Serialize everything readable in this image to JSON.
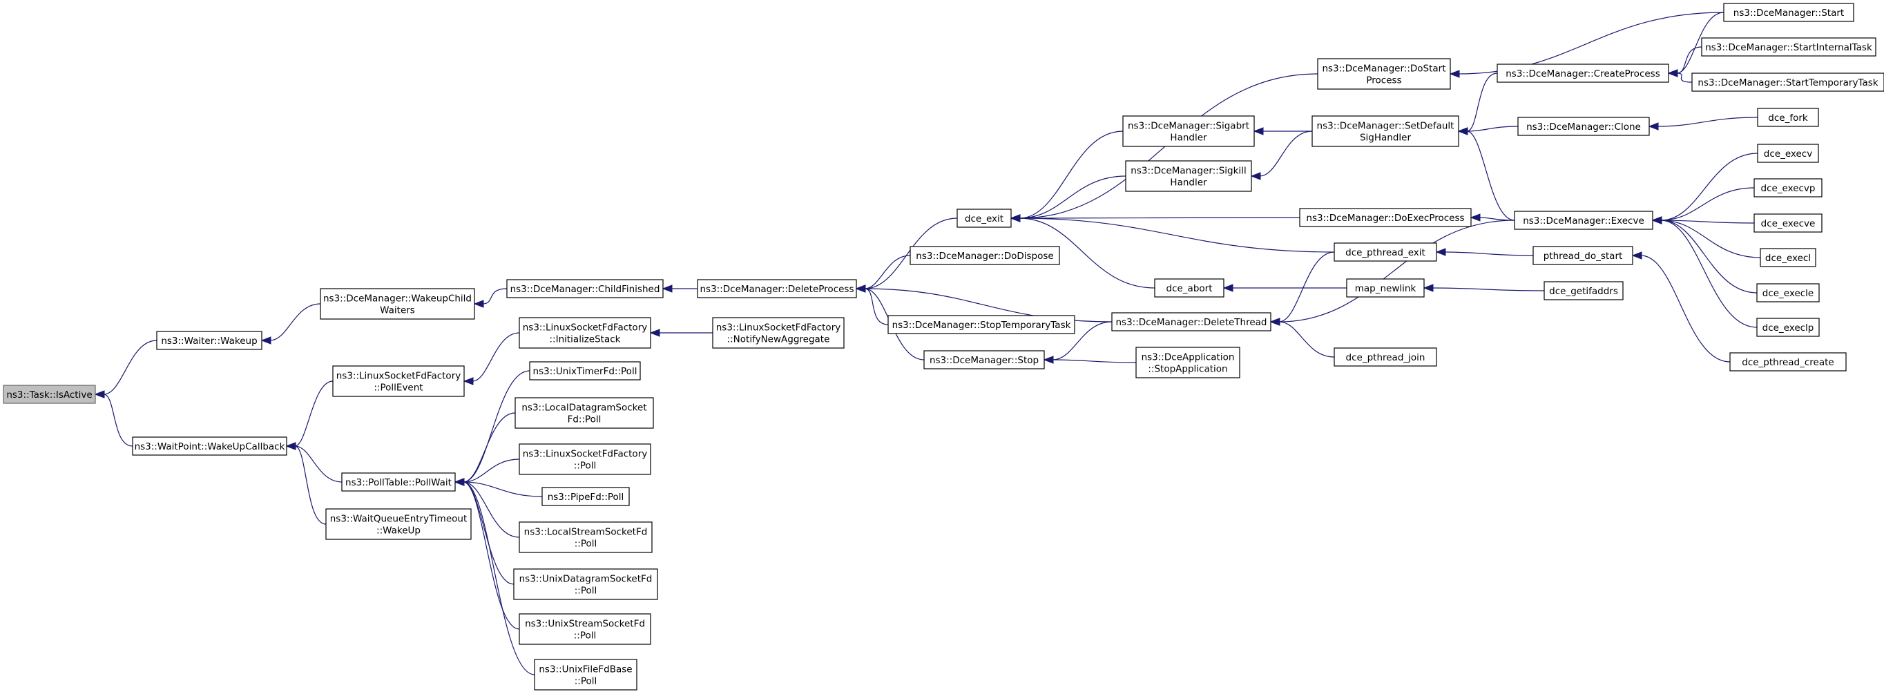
{
  "graph": {
    "root": "task_isactive",
    "colors": {
      "edge": "#191970",
      "root_fill": "#bfbfbf",
      "node_fill": "#ffffff",
      "border": "#000000"
    },
    "nodes": [
      {
        "id": "task_isactive",
        "lines": [
          "ns3::Task::IsActive"
        ]
      },
      {
        "id": "waiter_wakeup",
        "lines": [
          "ns3::Waiter::Wakeup"
        ]
      },
      {
        "id": "waitpoint_wakeupcallback",
        "lines": [
          "ns3::WaitPoint::WakeUpCallback"
        ]
      },
      {
        "id": "dcemanager_wakeupchildwaiters",
        "lines": [
          "ns3::DceManager::WakeupChild",
          "Waiters"
        ]
      },
      {
        "id": "dcemanager_childfinished",
        "lines": [
          "ns3::DceManager::ChildFinished"
        ]
      },
      {
        "id": "dcemanager_deleteprocess",
        "lines": [
          "ns3::DceManager::DeleteProcess"
        ]
      },
      {
        "id": "dce_exit",
        "lines": [
          "dce_exit"
        ]
      },
      {
        "id": "dcemanager_dodispose",
        "lines": [
          "ns3::DceManager::DoDispose"
        ]
      },
      {
        "id": "dcemanager_stoptemporarytask",
        "lines": [
          "ns3::DceManager::StopTemporaryTask"
        ]
      },
      {
        "id": "dcemanager_stop",
        "lines": [
          "ns3::DceManager::Stop"
        ]
      },
      {
        "id": "dcemanager_deletethread",
        "lines": [
          "ns3::DceManager::DeleteThread"
        ]
      },
      {
        "id": "dcemanager_sigabrthandler",
        "lines": [
          "ns3::DceManager::Sigabrt",
          "Handler"
        ]
      },
      {
        "id": "dcemanager_sigkillhandler",
        "lines": [
          "ns3::DceManager::Sigkill",
          "Handler"
        ]
      },
      {
        "id": "dcemanager_dostartprocess",
        "lines": [
          "ns3::DceManager::DoStart",
          "Process"
        ]
      },
      {
        "id": "dcemanager_setdefaultsighandler",
        "lines": [
          "ns3::DceManager::SetDefault",
          "SigHandler"
        ]
      },
      {
        "id": "dcemanager_doexecprocess",
        "lines": [
          "ns3::DceManager::DoExecProcess"
        ]
      },
      {
        "id": "dce_pthread_exit",
        "lines": [
          "dce_pthread_exit"
        ]
      },
      {
        "id": "dce_abort",
        "lines": [
          "dce_abort"
        ]
      },
      {
        "id": "map_newlink",
        "lines": [
          "map_newlink"
        ]
      },
      {
        "id": "dceapplication_stopapplication",
        "lines": [
          "ns3::DceApplication",
          "::StopApplication"
        ]
      },
      {
        "id": "dce_pthread_join",
        "lines": [
          "dce_pthread_join"
        ]
      },
      {
        "id": "dcemanager_createprocess",
        "lines": [
          "ns3::DceManager::CreateProcess"
        ]
      },
      {
        "id": "dcemanager_clone",
        "lines": [
          "ns3::DceManager::Clone"
        ]
      },
      {
        "id": "dcemanager_execve",
        "lines": [
          "ns3::DceManager::Execve"
        ]
      },
      {
        "id": "pthread_do_start",
        "lines": [
          "pthread_do_start"
        ]
      },
      {
        "id": "dce_getifaddrs",
        "lines": [
          "dce_getifaddrs"
        ]
      },
      {
        "id": "dcemanager_start",
        "lines": [
          "ns3::DceManager::Start"
        ]
      },
      {
        "id": "dcemanager_startinternaltask",
        "lines": [
          "ns3::DceManager::StartInternalTask"
        ]
      },
      {
        "id": "dcemanager_starttemporarytask",
        "lines": [
          "ns3::DceManager::StartTemporaryTask"
        ]
      },
      {
        "id": "dce_fork",
        "lines": [
          "dce_fork"
        ]
      },
      {
        "id": "dce_execv",
        "lines": [
          "dce_execv"
        ]
      },
      {
        "id": "dce_execvp",
        "lines": [
          "dce_execvp"
        ]
      },
      {
        "id": "dce_execve",
        "lines": [
          "dce_execve"
        ]
      },
      {
        "id": "dce_execl",
        "lines": [
          "dce_execl"
        ]
      },
      {
        "id": "dce_execle",
        "lines": [
          "dce_execle"
        ]
      },
      {
        "id": "dce_execlp",
        "lines": [
          "dce_execlp"
        ]
      },
      {
        "id": "dce_pthread_create",
        "lines": [
          "dce_pthread_create"
        ]
      },
      {
        "id": "linuxsocketfdfactory_pollevent",
        "lines": [
          "ns3::LinuxSocketFdFactory",
          "::PollEvent"
        ]
      },
      {
        "id": "polltable_pollwait",
        "lines": [
          "ns3::PollTable::PollWait"
        ]
      },
      {
        "id": "waitqueueentrytimeout_wakeup",
        "lines": [
          "ns3::WaitQueueEntryTimeout",
          "::WakeUp"
        ]
      },
      {
        "id": "linuxsocketfdfactory_initializestack",
        "lines": [
          "ns3::LinuxSocketFdFactory",
          "::InitializeStack"
        ]
      },
      {
        "id": "linuxsocketfdfactory_notifynewaggregate",
        "lines": [
          "ns3::LinuxSocketFdFactory",
          "::NotifyNewAggregate"
        ]
      },
      {
        "id": "unixtimerfd_poll",
        "lines": [
          "ns3::UnixTimerFd::Poll"
        ]
      },
      {
        "id": "localdatagramsocketfd_poll",
        "lines": [
          "ns3::LocalDatagramSocket",
          "Fd::Poll"
        ]
      },
      {
        "id": "linuxsocketfdfactory_poll",
        "lines": [
          "ns3::LinuxSocketFdFactory",
          "::Poll"
        ]
      },
      {
        "id": "pipefd_poll",
        "lines": [
          "ns3::PipeFd::Poll"
        ]
      },
      {
        "id": "localstreamsocketfd_poll",
        "lines": [
          "ns3::LocalStreamSocketFd",
          "::Poll"
        ]
      },
      {
        "id": "unixdatagramsocketfd_poll",
        "lines": [
          "ns3::UnixDatagramSocketFd",
          "::Poll"
        ]
      },
      {
        "id": "unixstreamsocketfd_poll",
        "lines": [
          "ns3::UnixStreamSocketFd",
          "::Poll"
        ]
      },
      {
        "id": "unixfilefdbase_poll",
        "lines": [
          "ns3::UnixFileFdBase",
          "::Poll"
        ]
      }
    ],
    "edges": [
      [
        "waiter_wakeup",
        "task_isactive"
      ],
      [
        "waitpoint_wakeupcallback",
        "task_isactive"
      ],
      [
        "dcemanager_wakeupchildwaiters",
        "waiter_wakeup"
      ],
      [
        "dcemanager_childfinished",
        "dcemanager_wakeupchildwaiters"
      ],
      [
        "dcemanager_deleteprocess",
        "dcemanager_childfinished"
      ],
      [
        "dce_exit",
        "dcemanager_deleteprocess"
      ],
      [
        "dcemanager_dodispose",
        "dcemanager_deleteprocess"
      ],
      [
        "dcemanager_stoptemporarytask",
        "dcemanager_deleteprocess"
      ],
      [
        "dcemanager_stop",
        "dcemanager_deleteprocess"
      ],
      [
        "dcemanager_deletethread",
        "dcemanager_deleteprocess"
      ],
      [
        "dcemanager_sigabrthandler",
        "dce_exit"
      ],
      [
        "dcemanager_sigkillhandler",
        "dce_exit"
      ],
      [
        "dcemanager_dostartprocess",
        "dce_exit"
      ],
      [
        "dcemanager_doexecprocess",
        "dce_exit"
      ],
      [
        "dce_pthread_exit",
        "dce_exit"
      ],
      [
        "dce_abort",
        "dce_exit"
      ],
      [
        "dcemanager_setdefaultsighandler",
        "dcemanager_sigabrthandler"
      ],
      [
        "dcemanager_setdefaultsighandler",
        "dcemanager_sigkillhandler"
      ],
      [
        "dcemanager_createprocess",
        "dcemanager_setdefaultsighandler"
      ],
      [
        "dcemanager_clone",
        "dcemanager_setdefaultsighandler"
      ],
      [
        "dcemanager_execve",
        "dcemanager_setdefaultsighandler"
      ],
      [
        "dcemanager_start",
        "dcemanager_dostartprocess"
      ],
      [
        "dcemanager_start",
        "dcemanager_createprocess"
      ],
      [
        "dcemanager_startinternaltask",
        "dcemanager_createprocess"
      ],
      [
        "dcemanager_starttemporarytask",
        "dcemanager_createprocess"
      ],
      [
        "dce_fork",
        "dcemanager_clone"
      ],
      [
        "dcemanager_execve",
        "dcemanager_doexecprocess"
      ],
      [
        "dcemanager_execve",
        "dcemanager_deletethread"
      ],
      [
        "dce_execv",
        "dcemanager_execve"
      ],
      [
        "dce_execvp",
        "dcemanager_execve"
      ],
      [
        "dce_execve",
        "dcemanager_execve"
      ],
      [
        "dce_execl",
        "dcemanager_execve"
      ],
      [
        "dce_execle",
        "dcemanager_execve"
      ],
      [
        "dce_execlp",
        "dcemanager_execve"
      ],
      [
        "pthread_do_start",
        "dce_pthread_exit"
      ],
      [
        "dce_pthread_create",
        "pthread_do_start"
      ],
      [
        "map_newlink",
        "dce_abort"
      ],
      [
        "dce_getifaddrs",
        "map_newlink"
      ],
      [
        "dce_pthread_exit",
        "dcemanager_deletethread"
      ],
      [
        "dce_pthread_join",
        "dcemanager_deletethread"
      ],
      [
        "dcemanager_deletethread",
        "dcemanager_stop"
      ],
      [
        "dceapplication_stopapplication",
        "dcemanager_stop"
      ],
      [
        "linuxsocketfdfactory_pollevent",
        "waitpoint_wakeupcallback"
      ],
      [
        "polltable_pollwait",
        "waitpoint_wakeupcallback"
      ],
      [
        "waitqueueentrytimeout_wakeup",
        "waitpoint_wakeupcallback"
      ],
      [
        "linuxsocketfdfactory_initializestack",
        "linuxsocketfdfactory_pollevent"
      ],
      [
        "linuxsocketfdfactory_notifynewaggregate",
        "linuxsocketfdfactory_initializestack"
      ],
      [
        "unixtimerfd_poll",
        "polltable_pollwait"
      ],
      [
        "localdatagramsocketfd_poll",
        "polltable_pollwait"
      ],
      [
        "linuxsocketfdfactory_poll",
        "polltable_pollwait"
      ],
      [
        "pipefd_poll",
        "polltable_pollwait"
      ],
      [
        "localstreamsocketfd_poll",
        "polltable_pollwait"
      ],
      [
        "unixdatagramsocketfd_poll",
        "polltable_pollwait"
      ],
      [
        "unixstreamsocketfd_poll",
        "polltable_pollwait"
      ],
      [
        "unixfilefdbase_poll",
        "polltable_pollwait"
      ]
    ]
  }
}
